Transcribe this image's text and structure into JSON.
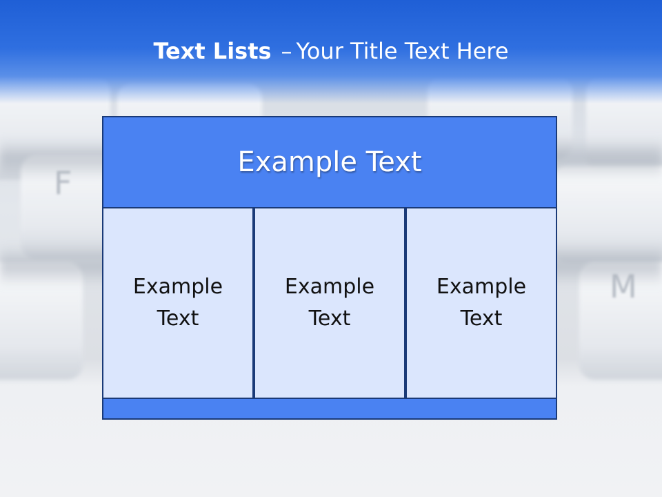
{
  "slide": {
    "title_bold": "Text Lists",
    "title_dash": "–",
    "title_rest": "Your Title Text Here"
  },
  "diagram": {
    "header": "Example Text",
    "columns": [
      {
        "text": "Example Text"
      },
      {
        "text": "Example Text"
      },
      {
        "text": "Example Text"
      }
    ]
  },
  "background": {
    "key_glyphs": [
      "F",
      "M"
    ]
  },
  "colors": {
    "title_bar": "#2f6fe0",
    "header_fill": "#4a82f2",
    "column_fill": "#dbe6fd",
    "border": "#1a3a78"
  }
}
